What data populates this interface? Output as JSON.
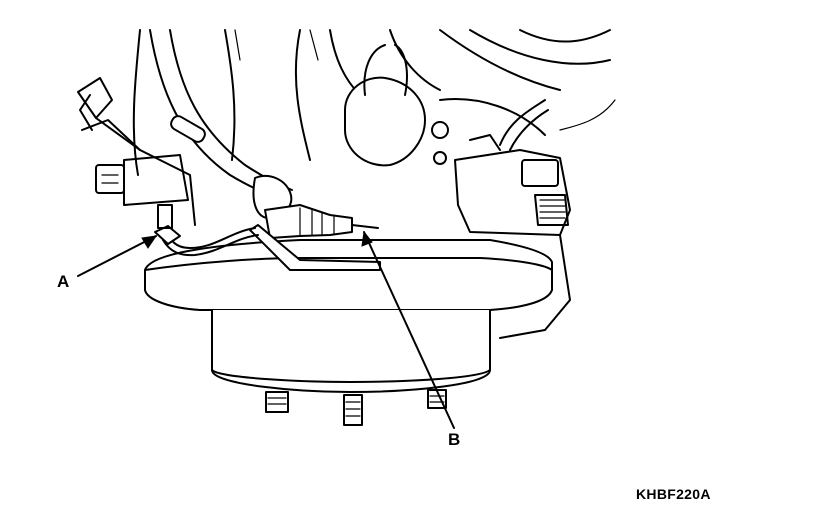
{
  "figure": {
    "code": "KHBF220A",
    "callouts": {
      "a": "A",
      "b": "B"
    }
  },
  "colors": {
    "ink": "#000000",
    "paper": "#ffffff"
  }
}
